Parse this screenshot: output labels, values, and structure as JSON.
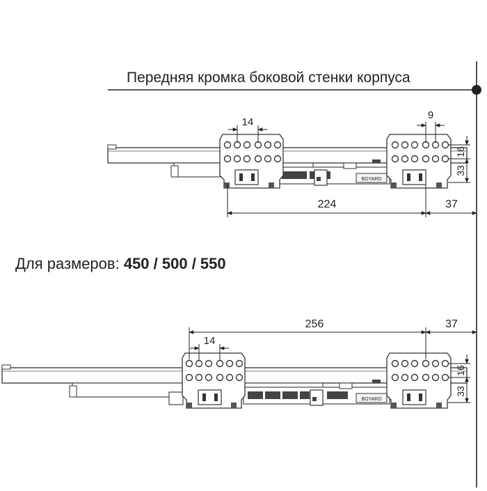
{
  "edge_label": "Передняя кромка боковой стенки корпуса",
  "sizes_label": "Для размеров:",
  "sizes_values": "450 / 500 / 550",
  "slide_brand": "BOYARD",
  "top_dims": {
    "hole_spacing": "14",
    "hole_small": "9",
    "vertical_upper": "16",
    "vertical_lower": "33",
    "span": "224",
    "offset": "37"
  },
  "bottom_dims": {
    "hole_spacing": "14",
    "vertical_upper": "16",
    "vertical_lower": "33",
    "span": "256",
    "offset": "37"
  }
}
